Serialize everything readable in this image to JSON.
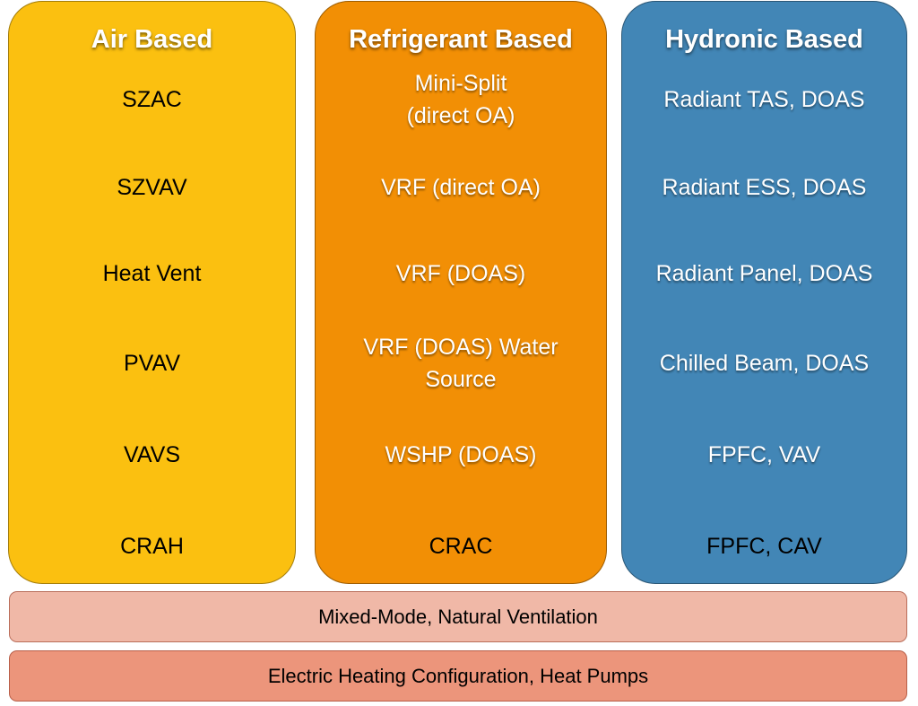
{
  "colors": {
    "air_fill": "#FBC010",
    "refrigerant_fill": "#F28F05",
    "hydronic_fill": "#4286B6",
    "mixed_mode_fill": "#F0B8A7",
    "electric_fill": "#EC957B"
  },
  "columns": [
    {
      "title": "Air Based",
      "items": [
        "SZAC",
        "SZVAV",
        "Heat Vent",
        "PVAV",
        "VAVS",
        "CRAH"
      ]
    },
    {
      "title": "Refrigerant Based",
      "items": [
        "Mini-Split\n(direct OA)",
        "VRF (direct OA)",
        "VRF (DOAS)",
        "VRF (DOAS) Water\nSource",
        "WSHP (DOAS)",
        "CRAC"
      ]
    },
    {
      "title": "Hydronic Based",
      "items": [
        "Radiant TAS, DOAS",
        "Radiant ESS, DOAS",
        "Radiant Panel, DOAS",
        "Chilled Beam, DOAS",
        "FPFC, VAV",
        "FPFC, CAV"
      ]
    }
  ],
  "bars": {
    "mixed_mode": "Mixed-Mode, Natural Ventilation",
    "electric_heating": "Electric Heating Configuration, Heat Pumps"
  }
}
